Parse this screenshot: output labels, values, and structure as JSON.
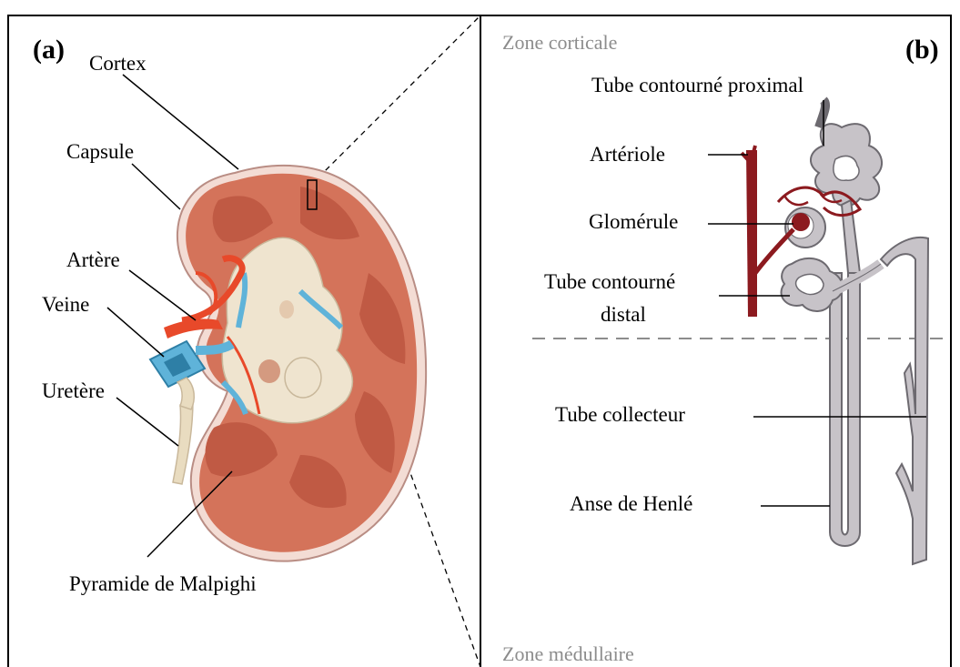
{
  "panel_a": {
    "letter": "(a)",
    "labels": {
      "cortex": "Cortex",
      "capsule": "Capsule",
      "artere": "Artère",
      "veine": "Veine",
      "uretere": "Uretère",
      "pyramide": "Pyramide de Malpighi"
    }
  },
  "panel_b": {
    "letter": "(b)",
    "zone_top": "Zone corticale",
    "zone_bottom": "Zone médullaire",
    "labels": {
      "tube_proximal": "Tube contourné proximal",
      "arteriole": "Artériole",
      "glomerule": "Glomérule",
      "tube_distal_line1": "Tube contourné",
      "tube_distal_line2": "distal",
      "tube_collecteur": "Tube collecteur",
      "anse_henle": "Anse de Henlé"
    }
  },
  "colors": {
    "kidney_tissue": "#d4735a",
    "kidney_dark": "#b9503c",
    "pelvis": "#efe4cf",
    "artery": "#e8492a",
    "vein": "#5fb3d9",
    "ureter": "#e9dcc0",
    "tubule": "#c7c3c8",
    "tubule_outline": "#6d6a70",
    "arteriole": "#8c1a1f",
    "zone_text": "#8c8c8c"
  }
}
